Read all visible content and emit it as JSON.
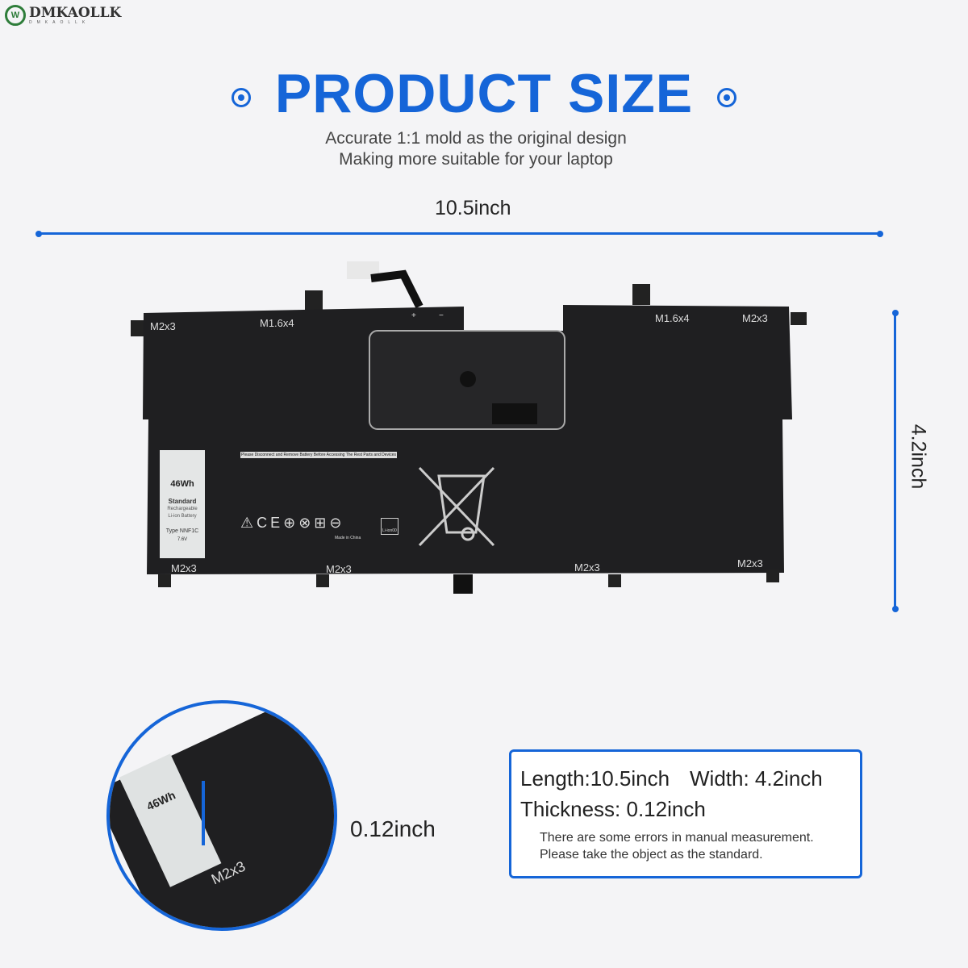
{
  "brand": {
    "name": "DMKAOLLK",
    "sub": "DMKAOLLK"
  },
  "header": {
    "title": "PRODUCT SIZE",
    "line1": "Accurate 1:1 mold as the original design",
    "line2": "Making more suitable for your laptop"
  },
  "dimensions": {
    "length": "10.5inch",
    "width": "4.2inch",
    "thickness": "0.12inch"
  },
  "battery": {
    "screws": [
      "M2x3",
      "M1.6x4",
      "M1.6x4",
      "M2x3",
      "M2x3",
      "M2x3",
      "M2x3",
      "M2x3"
    ],
    "label": {
      "capacity": "46Wh",
      "type_line1": "Standard",
      "type_line2": "Rechargeable",
      "type_line3": "Li-ion Battery",
      "model": "Type NNF1C",
      "voltage": "7.6V"
    },
    "warning": "Please Disconnect and Remove Battery Before Accessing The Rest Parts and Devices",
    "made_in": "Made in China",
    "recycle": "Li-ion00",
    "polarity": [
      "+",
      "−"
    ]
  },
  "specs": {
    "length": "Length:10.5inch",
    "width": "Width: 4.2inch",
    "thickness": "Thickness: 0.12inch",
    "note1": "There are some errors in manual measurement.",
    "note2": "Please take the object as the standard."
  }
}
